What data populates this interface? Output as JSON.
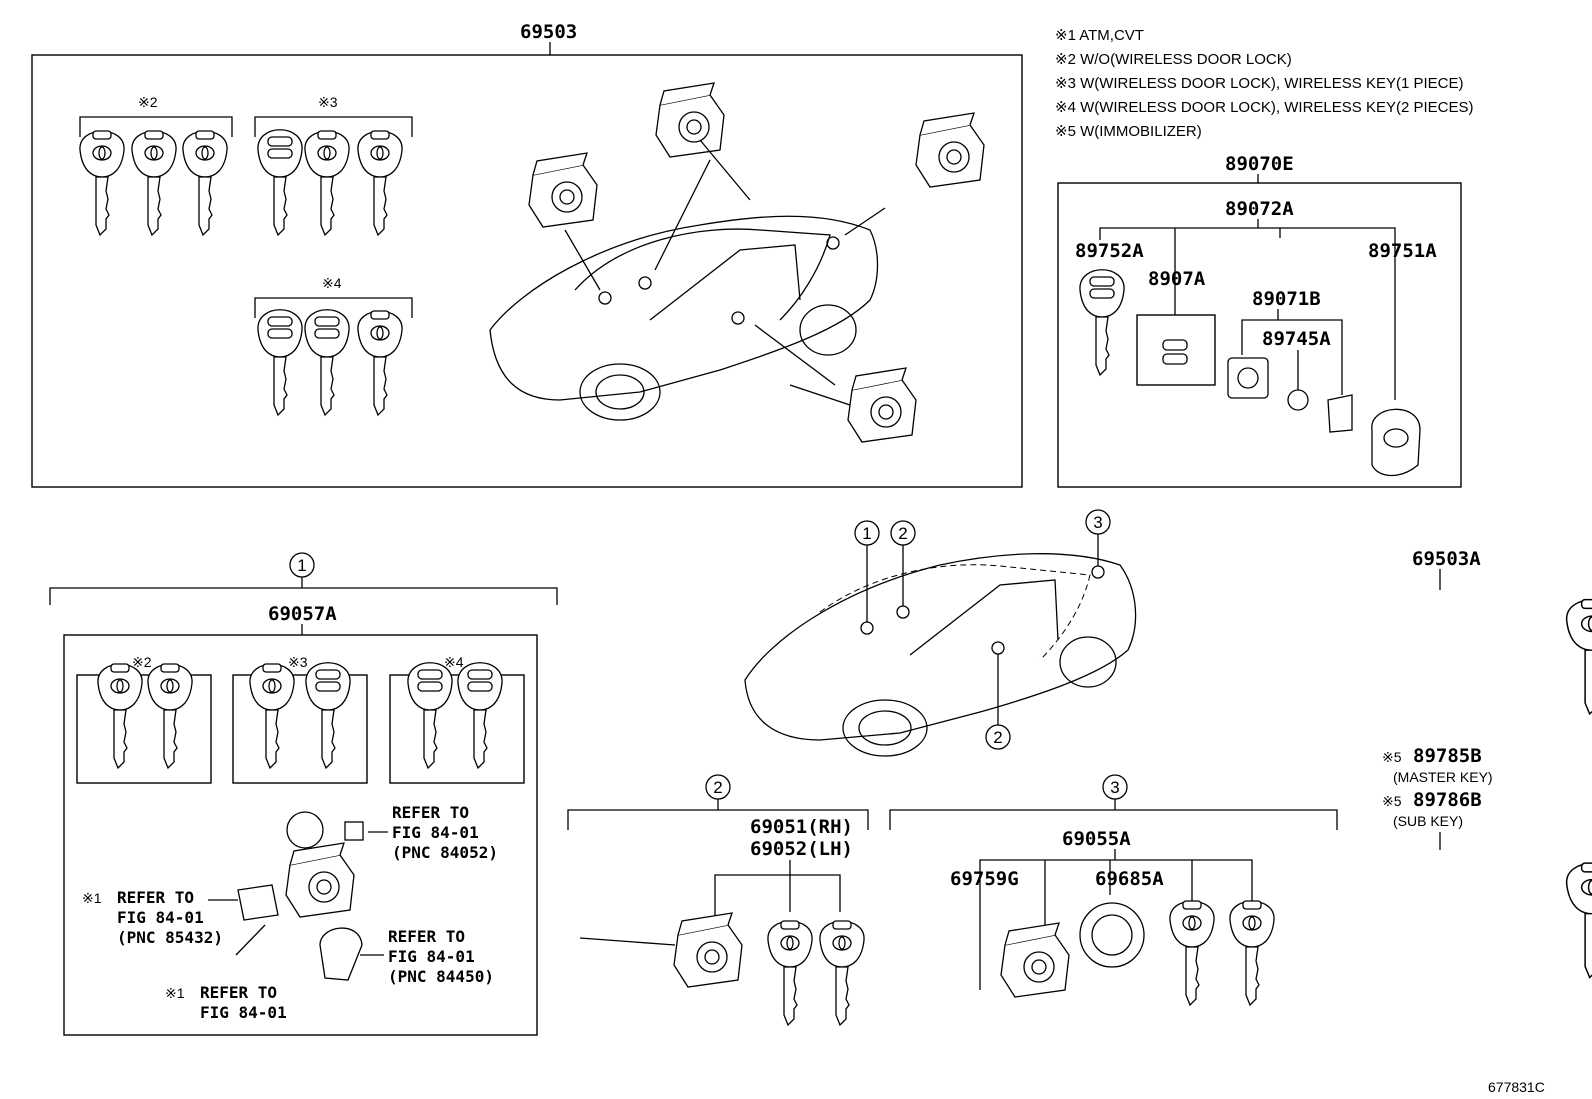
{
  "notes": [
    "※1 ATM,CVT",
    "※2 W/O(WIRELESS DOOR LOCK)",
    "※3 W(WIRELESS DOOR LOCK), WIRELESS KEY(1 PIECE)",
    "※4 W(WIRELESS DOOR LOCK), WIRELESS KEY(2 PIECES)",
    "※5 W(IMMOBILIZER)"
  ],
  "top_panel": {
    "part": "69503",
    "group2": "※2",
    "group3": "※3",
    "group4": "※4"
  },
  "remote_panel": {
    "part_main": "89070E",
    "part_sub": "89072A",
    "part_left": "89752A",
    "part_mid": "8907A",
    "part_right": "89751A",
    "part_housing": "89071B",
    "part_battery": "89745A"
  },
  "ignition": {
    "circle": "1",
    "part": "69057A",
    "group2": "※2",
    "group3": "※3",
    "group4": "※4",
    "ref_a_1": "REFER TO",
    "ref_a_2": "FIG 84-01",
    "ref_a_3": "(PNC 84052)",
    "ref_b_mark": "※1",
    "ref_b_1": "REFER TO",
    "ref_b_2": "FIG 84-01",
    "ref_b_3": "(PNC 85432)",
    "ref_c_1": "REFER TO",
    "ref_c_2": "FIG 84-01",
    "ref_c_3": "(PNC 84450)",
    "ref_d_mark": "※1",
    "ref_d_1": "REFER TO",
    "ref_d_2": "FIG 84-01"
  },
  "car_callouts": [
    "1",
    "2",
    "3",
    "2"
  ],
  "door_lock": {
    "circle": "2",
    "part_rh": "69051(RH)",
    "part_lh": "69052(LH)"
  },
  "trunk_lock": {
    "circle": "3",
    "part": "69055A",
    "part_a": "69759G",
    "part_b": "69685A"
  },
  "right_keys": {
    "part_key": "69503A",
    "master_mark": "※5",
    "master_part": "89785B",
    "master_desc": "(MASTER KEY)",
    "sub_mark": "※5",
    "sub_part": "89786B",
    "sub_desc": "(SUB KEY)"
  },
  "figure_id": "677831C"
}
